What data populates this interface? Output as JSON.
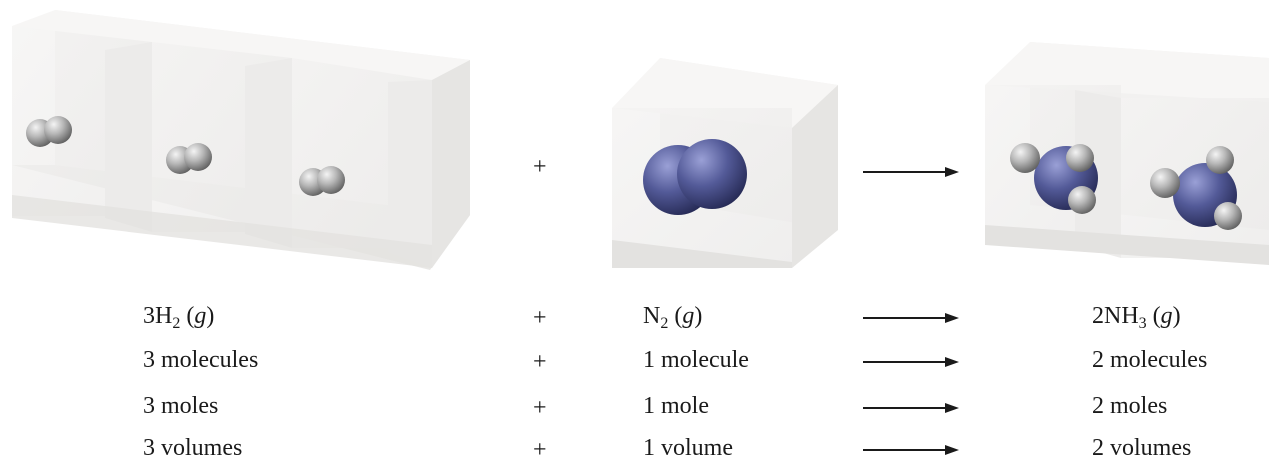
{
  "equation": {
    "h2": {
      "coef": "3",
      "element": "H",
      "sub": "2",
      "state": "g"
    },
    "n2": {
      "element": "N",
      "sub": "2",
      "state": "g"
    },
    "nh3": {
      "coef": "2",
      "element": "NH",
      "sub": "3",
      "state": "g"
    },
    "plus": "+"
  },
  "rows": [
    {
      "h2": "3 molecules",
      "plus": "+",
      "n2": "1 molecule",
      "nh3": "2 molecules"
    },
    {
      "h2": "3 moles",
      "plus": "+",
      "n2": "1 mole",
      "nh3": "2 moles"
    },
    {
      "h2": "3 volumes",
      "plus": "+",
      "n2": "1 volume",
      "nh3": "2 volumes"
    }
  ],
  "colors": {
    "box_face": "#efeeed",
    "hydrogen": "#9a9a9a",
    "nitrogen": "#4f5690",
    "text": "#1a1a1a"
  },
  "icons": {
    "h2_molecule": "h2-molecule-icon",
    "n2_molecule": "n2-molecule-icon",
    "nh3_molecule": "nh3-molecule-icon"
  }
}
